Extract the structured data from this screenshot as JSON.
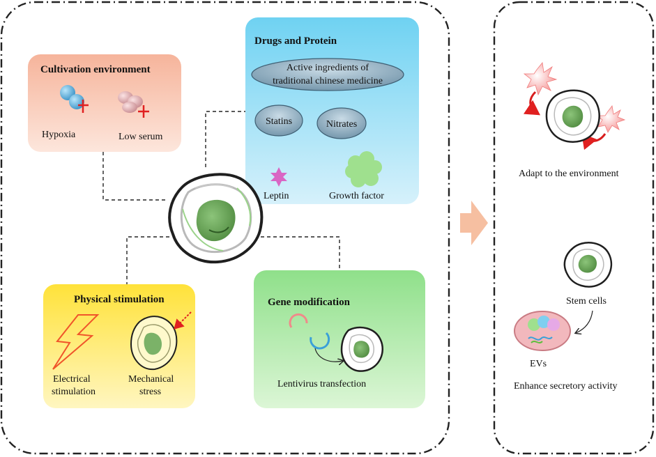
{
  "cultivation": {
    "title": "Cultivation environment",
    "hypoxia": "Hypoxia",
    "low_serum": "Low serum"
  },
  "drugs": {
    "title": "Drugs and Protein",
    "tcm_line1": "Active ingredients of",
    "tcm_line2": "traditional chinese medicine",
    "statins": "Statins",
    "nitrates": "Nitrates",
    "leptin": "Leptin",
    "growth_factor": "Growth factor"
  },
  "physical": {
    "title": "Physical stimulation",
    "electrical_line1": "Electrical",
    "electrical_line2": "stimulation",
    "mechanical_line1": "Mechanical",
    "mechanical_line2": "stress"
  },
  "gene": {
    "title": "Gene modification",
    "lentivirus": "Lentivirus transfection"
  },
  "outcomes": {
    "adapt": "Adapt to the environment",
    "stem_cells": "Stem cells",
    "evs": "EVs",
    "enhance": "Enhance secretory activity"
  },
  "colors": {
    "cultivation_top": "#f6b49b",
    "cultivation_bottom": "#fde6dc",
    "drugs_top": "#6fd2f2",
    "drugs_bottom": "#d6f1fb",
    "physical_top": "#ffe23a",
    "physical_bottom": "#fff6c0",
    "gene_top": "#8fe08a",
    "gene_bottom": "#dcf6d6",
    "arrow": "#f6bfa1",
    "nucleus": "#5f9e4e",
    "hypoxia_icon": "#4aa6d8",
    "serum_icon": "#e3aaae",
    "cross": "#e02020",
    "leptin_star": "#d966c4",
    "ellipse_fill": "#9cb9cc"
  }
}
